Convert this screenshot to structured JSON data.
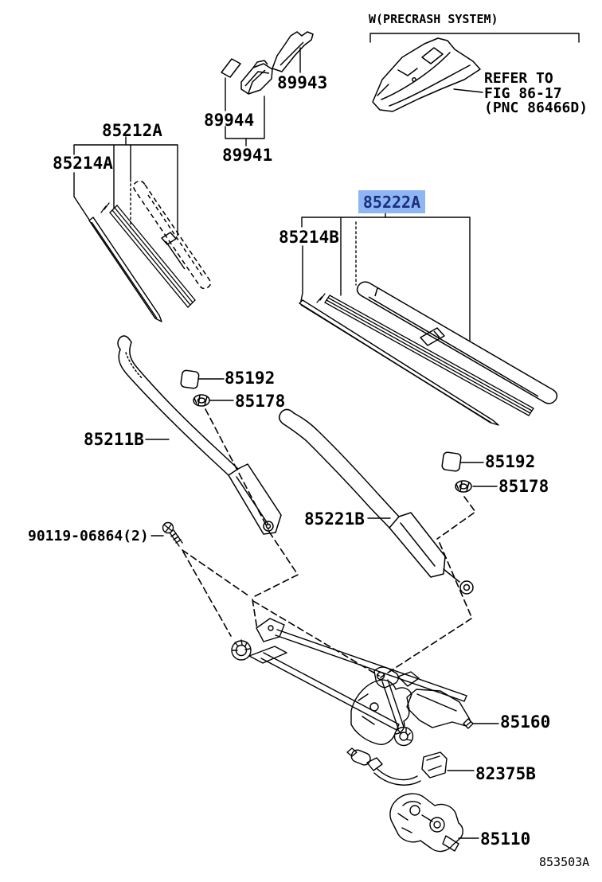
{
  "diagram": {
    "notes": {
      "precrash": "W(PRECRASH SYSTEM)",
      "refer": [
        "REFER TO",
        "FIG 86-17",
        "(PNC 86466D)"
      ]
    },
    "figure_code": "853503A",
    "selected_part": "85222A",
    "colors": {
      "line": "#000000",
      "background": "#ffffff",
      "highlight_bg": "#8fb6f4",
      "highlight_text": "#1b2f7d"
    }
  },
  "parts": {
    "p89943": {
      "number": "89943"
    },
    "p89944": {
      "number": "89944"
    },
    "p89941": {
      "number": "89941"
    },
    "p85212a": {
      "number": "85212A"
    },
    "p85214a": {
      "number": "85214A"
    },
    "p85222a": {
      "number": "85222A",
      "selected": true
    },
    "p85214b": {
      "number": "85214B"
    },
    "p85192_1": {
      "number": "85192"
    },
    "p85178_1": {
      "number": "85178"
    },
    "p85211b": {
      "number": "85211B"
    },
    "p85192_2": {
      "number": "85192"
    },
    "p85178_2": {
      "number": "85178"
    },
    "p85221b": {
      "number": "85221B"
    },
    "p90119": {
      "number": "90119-06864(2)"
    },
    "p85160": {
      "number": "85160"
    },
    "p82375b": {
      "number": "82375B"
    },
    "p85110": {
      "number": "85110"
    }
  }
}
